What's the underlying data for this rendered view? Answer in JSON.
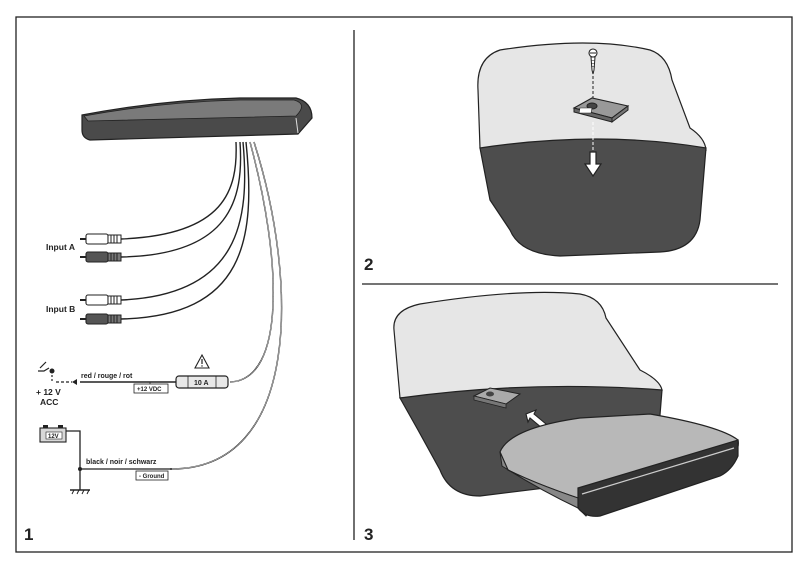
{
  "panel1": {
    "number": "1",
    "input_a": "Input A",
    "input_b": "Input B",
    "power_label": "red / rouge / rot",
    "voltage": "+ 12 V",
    "acc": "ACC",
    "vdc_tag": "+12 VDC",
    "fuse": "10 A",
    "ground_label": "black / noir / schwarz",
    "ground_tag": "- Ground",
    "battery": "12V"
  },
  "panel2": {
    "number": "2"
  },
  "panel3": {
    "number": "3"
  },
  "colors": {
    "device_dark": "#4a4a4a",
    "seat_dark": "#4d4d4d",
    "seat_light": "#e6e6e6",
    "line": "#222222"
  }
}
